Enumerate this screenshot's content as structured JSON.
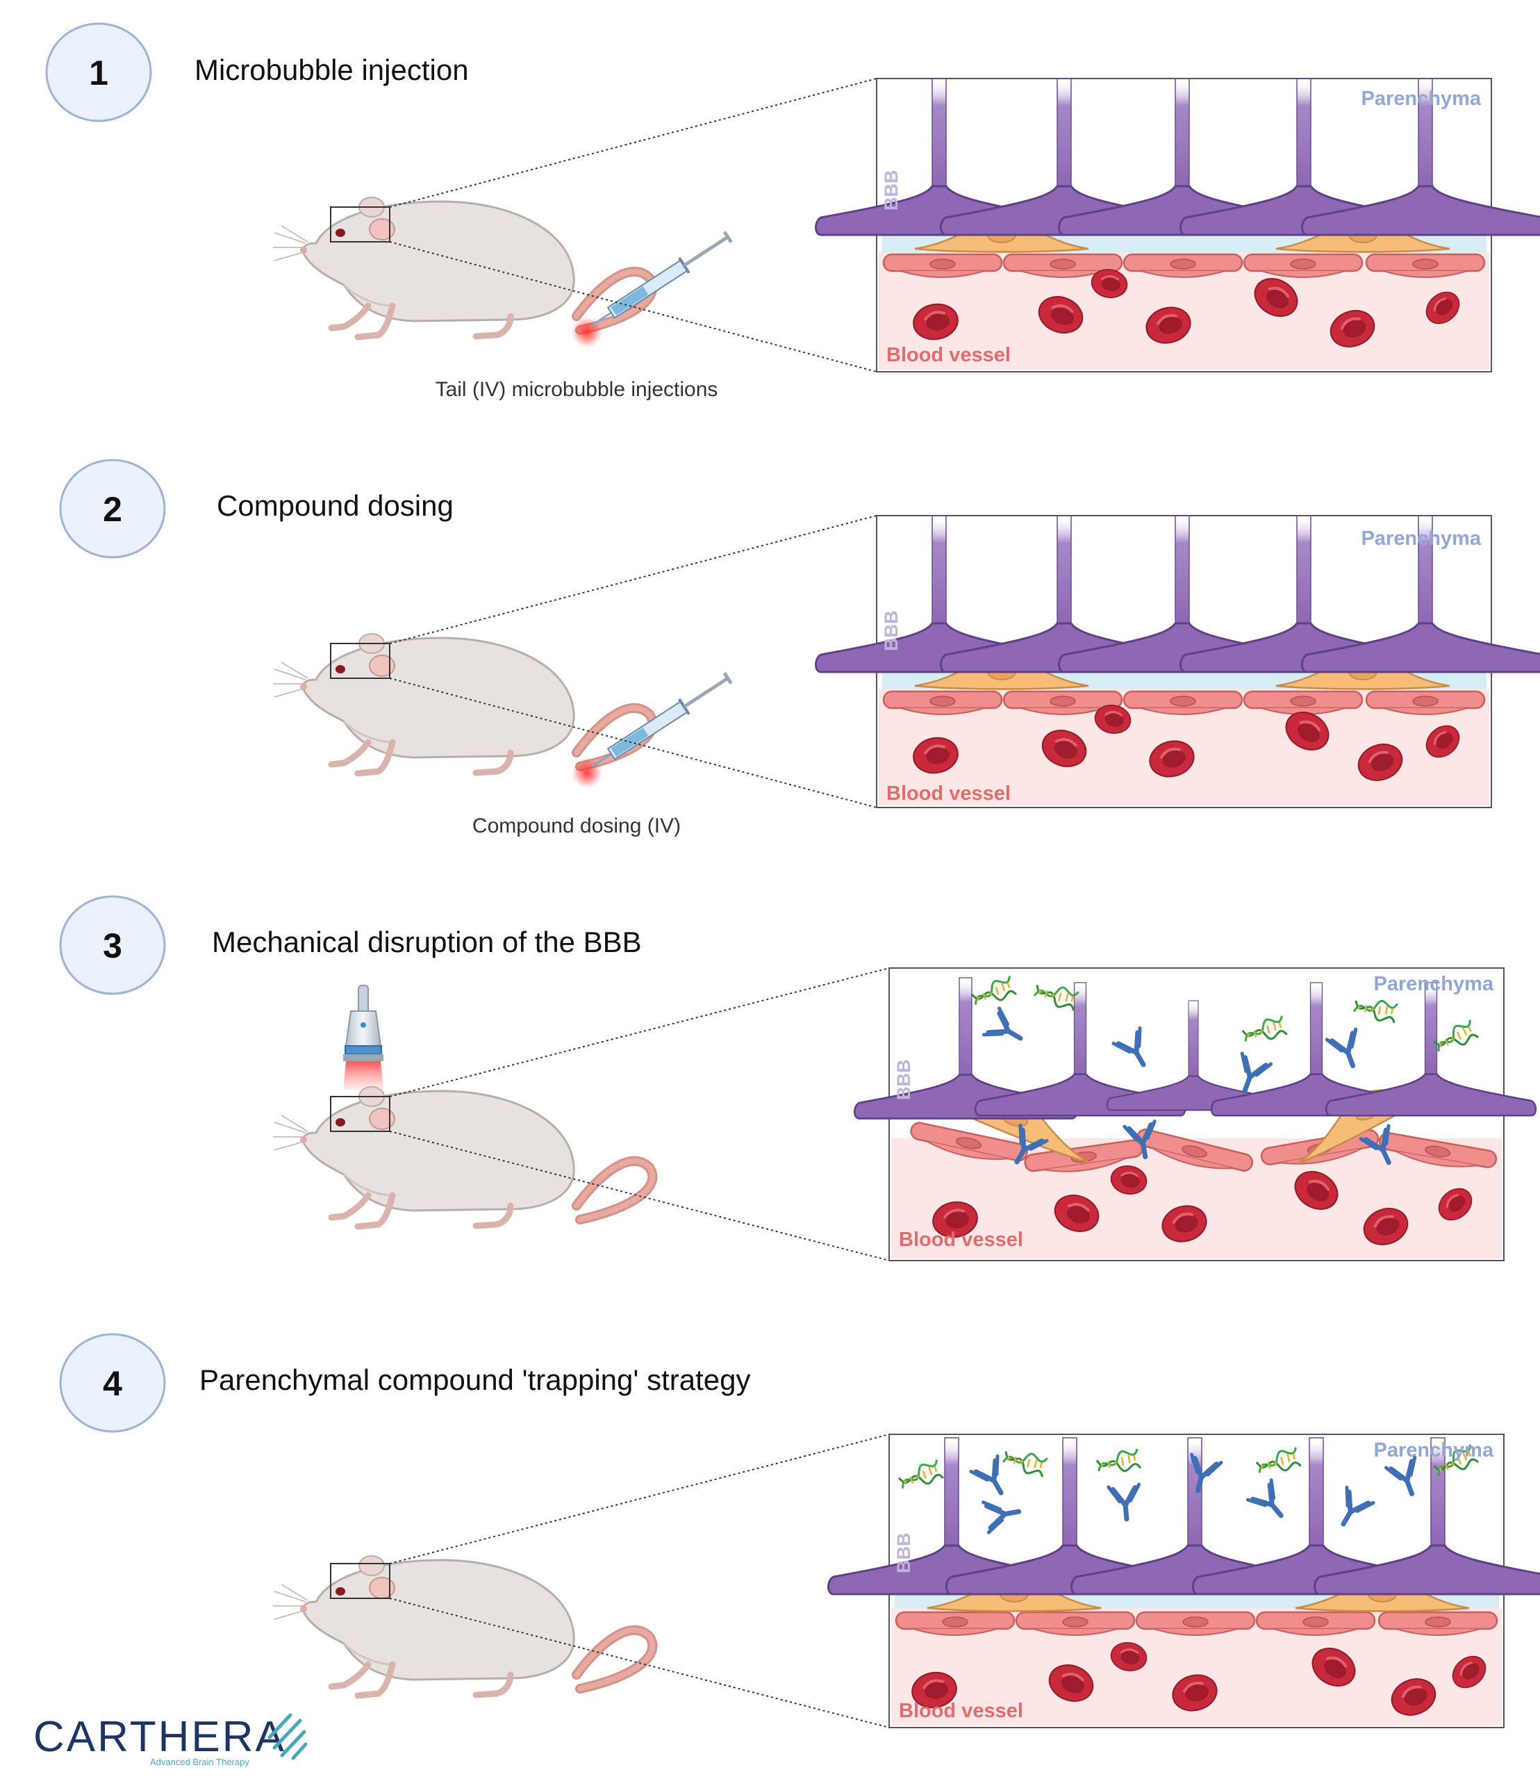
{
  "steps": [
    {
      "number": "1",
      "title": "Microbubble injection",
      "caption": "Tail (IV) microbubble injections"
    },
    {
      "number": "2",
      "title": "Compound dosing",
      "caption": "Compound dosing (IV)"
    },
    {
      "number": "3",
      "title": "Mechanical disruption of the BBB",
      "caption": ""
    },
    {
      "number": "4",
      "title": "Parenchymal compound 'trapping' strategy",
      "caption": ""
    }
  ],
  "panel_labels": {
    "parenchyma": "Parenchyma",
    "blood_vessel": "Blood vessel",
    "bbb": "BBB"
  },
  "logo": {
    "name": "CARTHERA",
    "tagline": "Advanced Brain Therapy"
  },
  "colors": {
    "astrocyte": "#8e68b3",
    "pericyte": "#f6bd78",
    "endothelial": "#f08d8d",
    "vessel_fill": "#fde6e6",
    "blood_cell": "#c92a3b",
    "antibody": "#3f6fb5",
    "dna": "#38a848",
    "circle_fill": "#eaf1fb",
    "circle_stroke": "#9db4d8",
    "logo": "#1c3466"
  },
  "icons": [
    "mouse-icon",
    "syringe-icon",
    "ultrasound-probe-icon",
    "antibody-icon",
    "dna-icon",
    "red-blood-cell-icon",
    "astrocyte-endfoot-icon",
    "pericyte-icon",
    "endothelial-cell-icon"
  ]
}
